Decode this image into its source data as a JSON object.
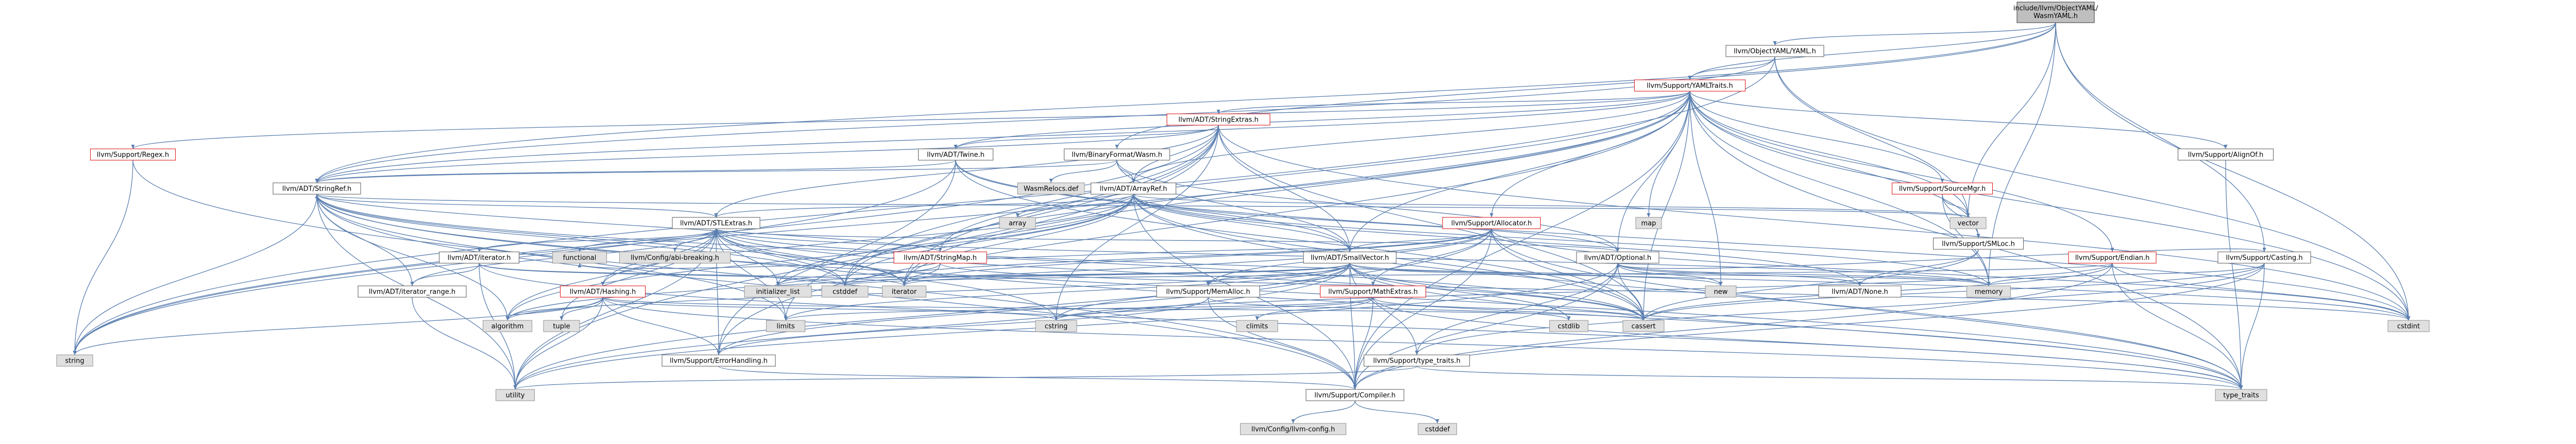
{
  "colors": {
    "edge": "#5b7fb0",
    "arrow": "#5b7fb0",
    "root_fill": "#bfbfbf",
    "root_stroke": "#444444",
    "node_fill": "#ffffff",
    "node_stroke": "#666666",
    "red_stroke": "#e02020",
    "std_fill": "#e0e0e0",
    "std_stroke": "#999999"
  },
  "nodes": [
    {
      "id": "root",
      "label": "include/llvm/ObjectYAML/WasmYAML.h",
      "style": "root"
    },
    {
      "id": "objyaml",
      "label": "llvm/ObjectYAML/YAML.h",
      "style": "normal"
    },
    {
      "id": "yamltraits",
      "label": "llvm/Support/YAMLTraits.h",
      "style": "red"
    },
    {
      "id": "stringextras",
      "label": "llvm/ADT/StringExtras.h",
      "style": "red"
    },
    {
      "id": "regex",
      "label": "llvm/Support/Regex.h",
      "style": "red"
    },
    {
      "id": "twine",
      "label": "llvm/ADT/Twine.h",
      "style": "normal"
    },
    {
      "id": "binwasm",
      "label": "llvm/BinaryFormat/Wasm.h",
      "style": "normal"
    },
    {
      "id": "alignof",
      "label": "llvm/Support/AlignOf.h",
      "style": "normal"
    },
    {
      "id": "stringref",
      "label": "llvm/ADT/StringRef.h",
      "style": "normal"
    },
    {
      "id": "wasmdef",
      "label": "WasmRelocs.def",
      "style": "std"
    },
    {
      "id": "arrayref",
      "label": "llvm/ADT/ArrayRef.h",
      "style": "normal"
    },
    {
      "id": "sourcemgr",
      "label": "llvm/Support/SourceMgr.h",
      "style": "red"
    },
    {
      "id": "vector",
      "label": "vector",
      "style": "std"
    },
    {
      "id": "array",
      "label": "array",
      "style": "std"
    },
    {
      "id": "stlextras",
      "label": "llvm/ADT/STLExtras.h",
      "style": "normal"
    },
    {
      "id": "allocator",
      "label": "llvm/Support/Allocator.h",
      "style": "red"
    },
    {
      "id": "smloc",
      "label": "llvm/Support/SMLoc.h",
      "style": "normal"
    },
    {
      "id": "stringmap",
      "label": "llvm/ADT/StringMap.h",
      "style": "red"
    },
    {
      "id": "optional",
      "label": "llvm/ADT/Optional.h",
      "style": "normal"
    },
    {
      "id": "endian",
      "label": "llvm/Support/Endian.h",
      "style": "red"
    },
    {
      "id": "casting",
      "label": "llvm/Support/Casting.h",
      "style": "normal"
    },
    {
      "id": "adtiterator",
      "label": "llvm/ADT/iterator.h",
      "style": "normal"
    },
    {
      "id": "functional",
      "label": "functional",
      "style": "std"
    },
    {
      "id": "configabi",
      "label": "llvm/Config/abi-breaking.h",
      "style": "std"
    },
    {
      "id": "smallvector",
      "label": "llvm/ADT/SmallVector.h",
      "style": "normal"
    },
    {
      "id": "hashing",
      "label": "llvm/ADT/Hashing.h",
      "style": "red"
    },
    {
      "id": "initlist",
      "label": "initializer_list",
      "style": "std"
    },
    {
      "id": "cstddef",
      "label": "cstddef",
      "style": "std"
    },
    {
      "id": "iterator",
      "label": "iterator",
      "style": "std"
    },
    {
      "id": "memalloc",
      "label": "llvm/Support/MemAlloc.h",
      "style": "normal"
    },
    {
      "id": "mathextras",
      "label": "llvm/Support/MathExtras.h",
      "style": "red"
    },
    {
      "id": "new",
      "label": "new",
      "style": "std"
    },
    {
      "id": "none",
      "label": "llvm/ADT/None.h",
      "style": "normal"
    },
    {
      "id": "memory",
      "label": "memory",
      "style": "std"
    },
    {
      "id": "iterrange",
      "label": "llvm/ADT/iterator_range.h",
      "style": "normal"
    },
    {
      "id": "algorithm",
      "label": "algorithm",
      "style": "std"
    },
    {
      "id": "tuple",
      "label": "tuple",
      "style": "std"
    },
    {
      "id": "limits",
      "label": "limits",
      "style": "std"
    },
    {
      "id": "errorhandling",
      "label": "llvm/Support/ErrorHandling.h",
      "style": "normal"
    },
    {
      "id": "cstring",
      "label": "cstring",
      "style": "std"
    },
    {
      "id": "climits",
      "label": "climits",
      "style": "std"
    },
    {
      "id": "typetraitsh",
      "label": "llvm/Support/type_traits.h",
      "style": "normal"
    },
    {
      "id": "cassert",
      "label": "cassert",
      "style": "std"
    },
    {
      "id": "cstdint",
      "label": "cstdint",
      "style": "std"
    },
    {
      "id": "string",
      "label": "string",
      "style": "std"
    },
    {
      "id": "utility",
      "label": "utility",
      "style": "std"
    },
    {
      "id": "compiler",
      "label": "llvm/Support/Compiler.h",
      "style": "normal"
    },
    {
      "id": "typetraits",
      "label": "type_traits",
      "style": "std"
    },
    {
      "id": "llvmconfig",
      "label": "llvm/Config/llvm-config.h",
      "style": "std"
    },
    {
      "id": "cstddefnode",
      "label": "cstddef",
      "style": "std"
    }
  ],
  "edges": [
    [
      "root",
      "objyaml"
    ],
    [
      "root",
      "yamltraits"
    ],
    [
      "root",
      "stringref"
    ],
    [
      "root",
      "binwasm"
    ],
    [
      "root",
      "vector"
    ],
    [
      "root",
      "memory"
    ],
    [
      "root",
      "cstdint"
    ],
    [
      "root",
      "casting"
    ],
    [
      "objyaml",
      "yamltraits"
    ],
    [
      "objyaml",
      "stringref"
    ],
    [
      "objyaml",
      "cstdint"
    ],
    [
      "objyaml",
      "string"
    ],
    [
      "objyaml",
      "vector"
    ],
    [
      "yamltraits",
      "stringextras"
    ],
    [
      "yamltraits",
      "regex"
    ],
    [
      "yamltraits",
      "twine"
    ],
    [
      "yamltraits",
      "alignof"
    ],
    [
      "yamltraits",
      "stringref"
    ],
    [
      "yamltraits",
      "arrayref"
    ],
    [
      "yamltraits",
      "sourcemgr"
    ],
    [
      "yamltraits",
      "vector"
    ],
    [
      "yamltraits",
      "allocator"
    ],
    [
      "yamltraits",
      "stringmap"
    ],
    [
      "yamltraits",
      "optional"
    ],
    [
      "yamltraits",
      "endian"
    ],
    [
      "yamltraits",
      "smallvector"
    ],
    [
      "yamltraits",
      "smloc"
    ],
    [
      "yamltraits",
      "new"
    ],
    [
      "yamltraits",
      "memory"
    ],
    [
      "yamltraits",
      "cassert"
    ],
    [
      "yamltraits",
      "cstddef"
    ],
    [
      "yamltraits",
      "cstdint"
    ],
    [
      "yamltraits",
      "iterator"
    ],
    [
      "yamltraits",
      "map"
    ],
    [
      "yamltraits",
      "string"
    ],
    [
      "yamltraits",
      "typetraits"
    ],
    [
      "yamltraits",
      "compiler"
    ],
    [
      "yamltraits",
      "errorhandling"
    ],
    [
      "stringextras",
      "twine"
    ],
    [
      "stringextras",
      "stringref"
    ],
    [
      "stringextras",
      "arrayref"
    ],
    [
      "stringextras",
      "smallvector"
    ],
    [
      "stringextras",
      "cassert"
    ],
    [
      "stringextras",
      "cstddef"
    ],
    [
      "stringextras",
      "cstdint"
    ],
    [
      "stringextras",
      "cstring"
    ],
    [
      "stringextras",
      "iterator"
    ],
    [
      "stringextras",
      "string"
    ],
    [
      "stringextras",
      "utility"
    ],
    [
      "stringextras",
      "stlextras"
    ],
    [
      "stringextras",
      "limits"
    ],
    [
      "regex",
      "string"
    ],
    [
      "regex",
      "compiler"
    ],
    [
      "twine",
      "stringref"
    ],
    [
      "twine",
      "smallvector"
    ],
    [
      "twine",
      "errorhandling"
    ],
    [
      "twine",
      "cassert"
    ],
    [
      "twine",
      "cstdint"
    ],
    [
      "twine",
      "string"
    ],
    [
      "binwasm",
      "arrayref"
    ],
    [
      "binwasm",
      "stringref"
    ],
    [
      "binwasm",
      "wasmdef"
    ],
    [
      "binwasm",
      "optional"
    ],
    [
      "binwasm",
      "smallvector"
    ],
    [
      "alignof",
      "typetraits"
    ],
    [
      "stringref",
      "stlextras"
    ],
    [
      "stringref",
      "iterrange"
    ],
    [
      "stringref",
      "compiler"
    ],
    [
      "stringref",
      "algorithm"
    ],
    [
      "stringref",
      "cassert"
    ],
    [
      "stringref",
      "cstddef"
    ],
    [
      "stringref",
      "cstring"
    ],
    [
      "stringref",
      "limits"
    ],
    [
      "stringref",
      "string"
    ],
    [
      "stringref",
      "typetraits"
    ],
    [
      "stringref",
      "utility"
    ],
    [
      "stringref",
      "iterator"
    ],
    [
      "stringref",
      "vector"
    ],
    [
      "arrayref",
      "hashing"
    ],
    [
      "arrayref",
      "none"
    ],
    [
      "arrayref",
      "smallvector"
    ],
    [
      "arrayref",
      "stlextras"
    ],
    [
      "arrayref",
      "compiler"
    ],
    [
      "arrayref",
      "algorithm"
    ],
    [
      "arrayref",
      "array"
    ],
    [
      "arrayref",
      "cassert"
    ],
    [
      "arrayref",
      "cstddef"
    ],
    [
      "arrayref",
      "initlist"
    ],
    [
      "arrayref",
      "iterator"
    ],
    [
      "arrayref",
      "memory"
    ],
    [
      "arrayref",
      "typetraits"
    ],
    [
      "arrayref",
      "vector"
    ],
    [
      "arrayref",
      "optional"
    ],
    [
      "sourcemgr",
      "smloc"
    ],
    [
      "sourcemgr",
      "vector"
    ],
    [
      "sourcemgr",
      "memory"
    ],
    [
      "stlextras",
      "hashing"
    ],
    [
      "stlextras",
      "adtiterator"
    ],
    [
      "stlextras",
      "iterrange"
    ],
    [
      "stlextras",
      "functional"
    ],
    [
      "stlextras",
      "configabi"
    ],
    [
      "stlextras",
      "errorhandling"
    ],
    [
      "stlextras",
      "algorithm"
    ],
    [
      "stlextras",
      "cassert"
    ],
    [
      "stlextras",
      "cstddef"
    ],
    [
      "stlextras",
      "cstdint"
    ],
    [
      "stlextras",
      "initlist"
    ],
    [
      "stlextras",
      "iterator"
    ],
    [
      "stlextras",
      "limits"
    ],
    [
      "stlextras",
      "memory"
    ],
    [
      "stlextras",
      "tuple"
    ],
    [
      "stlextras",
      "typetraits"
    ],
    [
      "stlextras",
      "utility"
    ],
    [
      "stlextras",
      "optional"
    ],
    [
      "allocator",
      "smallvector"
    ],
    [
      "allocator",
      "compiler"
    ],
    [
      "allocator",
      "mathextras"
    ],
    [
      "allocator",
      "memalloc"
    ],
    [
      "allocator",
      "algorithm"
    ],
    [
      "allocator",
      "cassert"
    ],
    [
      "allocator",
      "cstddef"
    ],
    [
      "allocator",
      "cstdint"
    ],
    [
      "allocator",
      "iterator"
    ],
    [
      "allocator",
      "typetraits"
    ],
    [
      "allocator",
      "utility"
    ],
    [
      "smloc",
      "none"
    ],
    [
      "smloc",
      "cassert"
    ],
    [
      "stringmap",
      "stringref"
    ],
    [
      "stringmap",
      "iterator"
    ],
    [
      "stringmap",
      "initlist"
    ],
    [
      "stringmap",
      "cstdint"
    ],
    [
      "optional",
      "none"
    ],
    [
      "optional",
      "compiler"
    ],
    [
      "optional",
      "typetraitsh"
    ],
    [
      "optional",
      "cassert"
    ],
    [
      "optional",
      "memory"
    ],
    [
      "optional",
      "new"
    ],
    [
      "optional",
      "utility"
    ],
    [
      "endian",
      "compiler"
    ],
    [
      "endian",
      "cassert"
    ],
    [
      "endian",
      "cstddef"
    ],
    [
      "endian",
      "cstdint"
    ],
    [
      "endian",
      "cstring"
    ],
    [
      "endian",
      "typetraits"
    ],
    [
      "casting",
      "compiler"
    ],
    [
      "casting",
      "typetraitsh"
    ],
    [
      "casting",
      "cassert"
    ],
    [
      "casting",
      "memory"
    ],
    [
      "casting",
      "typetraits"
    ],
    [
      "casting",
      "optional"
    ],
    [
      "adtiterator",
      "iterrange"
    ],
    [
      "adtiterator",
      "cstddef"
    ],
    [
      "adtiterator",
      "iterator"
    ],
    [
      "adtiterator",
      "typetraits"
    ],
    [
      "adtiterator",
      "utility"
    ],
    [
      "smallvector",
      "compiler"
    ],
    [
      "smallvector",
      "typetraitsh"
    ],
    [
      "smallvector",
      "algorithm"
    ],
    [
      "smallvector",
      "cassert"
    ],
    [
      "smallvector",
      "cstddef"
    ],
    [
      "smallvector",
      "cstdlib"
    ],
    [
      "smallvector",
      "cstring"
    ],
    [
      "smallvector",
      "functional"
    ],
    [
      "smallvector",
      "initlist"
    ],
    [
      "smallvector",
      "iterator"
    ],
    [
      "smallvector",
      "limits"
    ],
    [
      "smallvector",
      "memory"
    ],
    [
      "smallvector",
      "new"
    ],
    [
      "smallvector",
      "typetraits"
    ],
    [
      "smallvector",
      "utility"
    ],
    [
      "smallvector",
      "memalloc"
    ],
    [
      "smallvector",
      "errorhandling"
    ],
    [
      "hashing",
      "errorhandling"
    ],
    [
      "hashing",
      "algorithm"
    ],
    [
      "hashing",
      "cassert"
    ],
    [
      "hashing",
      "cstring"
    ],
    [
      "hashing",
      "string"
    ],
    [
      "hashing",
      "tuple"
    ],
    [
      "hashing",
      "utility"
    ],
    [
      "hashing",
      "typetraits"
    ],
    [
      "memalloc",
      "compiler"
    ],
    [
      "memalloc",
      "errorhandling"
    ],
    [
      "memalloc",
      "cstdlib"
    ],
    [
      "mathextras",
      "compiler"
    ],
    [
      "mathextras",
      "cassert"
    ],
    [
      "mathextras",
      "climits"
    ],
    [
      "mathextras",
      "cstring"
    ],
    [
      "mathextras",
      "limits"
    ],
    [
      "mathextras",
      "typetraits"
    ],
    [
      "iterrange",
      "utility"
    ],
    [
      "errorhandling",
      "compiler"
    ],
    [
      "typetraitsh",
      "typetraits"
    ],
    [
      "typetraitsh",
      "utility"
    ],
    [
      "compiler",
      "llvmconfig"
    ],
    [
      "compiler",
      "cstddefnode"
    ]
  ],
  "extra_std": {
    "map": "map",
    "cstdlib": "cstdlib"
  }
}
